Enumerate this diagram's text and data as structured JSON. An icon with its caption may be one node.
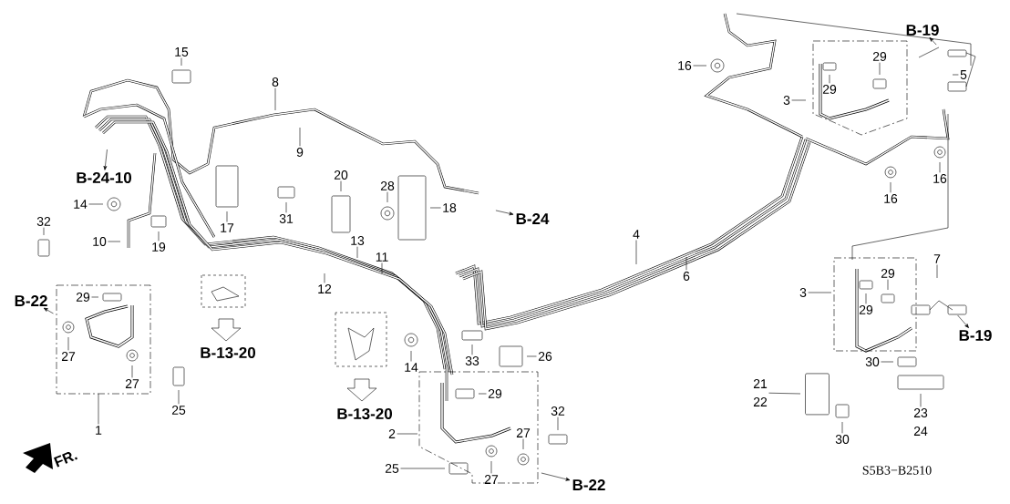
{
  "diagram": {
    "nodes": [
      {
        "text": [
          "15"
        ]
      },
      {
        "text": [
          "8"
        ]
      },
      {
        "text": [
          "9"
        ]
      },
      {
        "text": [
          "B-24-10"
        ]
      },
      {
        "text": [
          "14"
        ]
      },
      {
        "text": [
          "20"
        ]
      },
      {
        "text": [
          "28"
        ]
      },
      {
        "text": [
          "18"
        ]
      },
      {
        "text": [
          "17"
        ]
      },
      {
        "text": [
          "31"
        ]
      },
      {
        "text": [
          "32"
        ]
      },
      {
        "text": [
          "10"
        ]
      },
      {
        "text": [
          "19"
        ]
      },
      {
        "text": [
          "13"
        ]
      },
      {
        "text": [
          "11"
        ]
      },
      {
        "text": [
          "12"
        ]
      },
      {
        "text": [
          "4"
        ]
      },
      {
        "text": [
          "6"
        ]
      },
      {
        "text": [
          "B-24"
        ]
      },
      {
        "text": [
          "16"
        ]
      },
      {
        "text": [
          "B-19"
        ]
      },
      {
        "text": [
          "29"
        ]
      },
      {
        "text": [
          "5"
        ]
      },
      {
        "text": [
          "29"
        ]
      },
      {
        "text": [
          "3"
        ]
      },
      {
        "text": [
          "16"
        ]
      },
      {
        "text": [
          "16"
        ]
      },
      {
        "text": [
          "3"
        ]
      },
      {
        "text": [
          "7"
        ]
      },
      {
        "text": [
          "29"
        ]
      },
      {
        "text": [
          "29"
        ]
      },
      {
        "text": [
          "B-19"
        ]
      },
      {
        "text": [
          "30"
        ]
      },
      {
        "text": [
          "21",
          "22"
        ]
      },
      {
        "text": [
          "23",
          "24"
        ]
      },
      {
        "text": [
          "30"
        ]
      },
      {
        "text": [
          "26"
        ]
      },
      {
        "text": [
          "33"
        ]
      },
      {
        "text": [
          "14"
        ]
      },
      {
        "text": [
          "29"
        ]
      },
      {
        "text": [
          "B-13-20"
        ]
      },
      {
        "text": [
          "B-13-20"
        ]
      },
      {
        "text": [
          "29"
        ]
      },
      {
        "text": [
          "B-22"
        ]
      },
      {
        "text": [
          "27"
        ]
      },
      {
        "text": [
          "27"
        ]
      },
      {
        "text": [
          "1"
        ]
      },
      {
        "text": [
          "25"
        ]
      },
      {
        "text": [
          "2"
        ]
      },
      {
        "text": [
          "32"
        ]
      },
      {
        "text": [
          "27"
        ]
      },
      {
        "text": [
          "25"
        ]
      },
      {
        "text": [
          "27"
        ]
      },
      {
        "text": [
          "B-22"
        ]
      }
    ],
    "edges": [
      {
        "from": 0,
        "to": null,
        "arrow": "none"
      },
      {
        "from": 1,
        "to": null,
        "arrow": "none"
      },
      {
        "from": 2,
        "to": null,
        "arrow": "none"
      },
      {
        "from": null,
        "to": 3,
        "arrow": "to"
      },
      {
        "from": 4,
        "to": null,
        "arrow": "none"
      },
      {
        "from": 5,
        "to": null,
        "arrow": "none"
      },
      {
        "from": 6,
        "to": null,
        "arrow": "none"
      },
      {
        "from": 7,
        "to": null,
        "arrow": "none"
      },
      {
        "from": 8,
        "to": null,
        "arrow": "none"
      },
      {
        "from": 9,
        "to": null,
        "arrow": "none"
      },
      {
        "from": 10,
        "to": null,
        "arrow": "none"
      },
      {
        "from": 11,
        "to": null,
        "arrow": "none"
      },
      {
        "from": 12,
        "to": null,
        "arrow": "none"
      },
      {
        "from": 13,
        "to": null,
        "arrow": "none"
      },
      {
        "from": 14,
        "to": null,
        "arrow": "none"
      },
      {
        "from": 15,
        "to": null,
        "arrow": "none"
      },
      {
        "from": 16,
        "to": null,
        "arrow": "none"
      },
      {
        "from": 17,
        "to": null,
        "arrow": "none"
      },
      {
        "from": null,
        "to": 18,
        "arrow": "to"
      },
      {
        "from": 19,
        "to": null,
        "arrow": "none"
      },
      {
        "from": null,
        "to": 20,
        "arrow": "to"
      },
      {
        "from": 21,
        "to": null,
        "arrow": "none"
      },
      {
        "from": 22,
        "to": null,
        "arrow": "none"
      },
      {
        "from": 23,
        "to": null,
        "arrow": "none"
      },
      {
        "from": 24,
        "to": null,
        "arrow": "none"
      },
      {
        "from": 25,
        "to": null,
        "arrow": "none"
      },
      {
        "from": 26,
        "to": null,
        "arrow": "none"
      },
      {
        "from": 27,
        "to": null,
        "arrow": "none"
      },
      {
        "from": 28,
        "to": null,
        "arrow": "none"
      },
      {
        "from": 29,
        "to": null,
        "arrow": "none"
      },
      {
        "from": 30,
        "to": null,
        "arrow": "none"
      },
      {
        "from": null,
        "to": 31,
        "arrow": "to"
      },
      {
        "from": 32,
        "to": null,
        "arrow": "none"
      },
      {
        "from": 33,
        "to": null,
        "arrow": "none"
      },
      {
        "from": 34,
        "to": null,
        "arrow": "none"
      },
      {
        "from": 35,
        "to": null,
        "arrow": "none"
      },
      {
        "from": 36,
        "to": null,
        "arrow": "none"
      },
      {
        "from": 37,
        "to": null,
        "arrow": "none"
      },
      {
        "from": 38,
        "to": null,
        "arrow": "none"
      },
      {
        "from": 39,
        "to": null,
        "arrow": "none"
      },
      {
        "from": 42,
        "to": null,
        "arrow": "none"
      },
      {
        "from": null,
        "to": 43,
        "arrow": "to"
      },
      {
        "from": 44,
        "to": null,
        "arrow": "none"
      },
      {
        "from": 45,
        "to": null,
        "arrow": "none"
      },
      {
        "from": 46,
        "to": null,
        "arrow": "none"
      },
      {
        "from": 47,
        "to": null,
        "arrow": "none"
      },
      {
        "from": 48,
        "to": null,
        "arrow": "none"
      },
      {
        "from": 49,
        "to": null,
        "arrow": "none"
      },
      {
        "from": 50,
        "to": null,
        "arrow": "none"
      },
      {
        "from": 51,
        "to": null,
        "arrow": "none"
      },
      {
        "from": 52,
        "to": null,
        "arrow": "none"
      },
      {
        "from": null,
        "to": 53,
        "arrow": "to"
      }
    ],
    "labels": [
      "FR.",
      "S5B3−B2510"
    ]
  }
}
